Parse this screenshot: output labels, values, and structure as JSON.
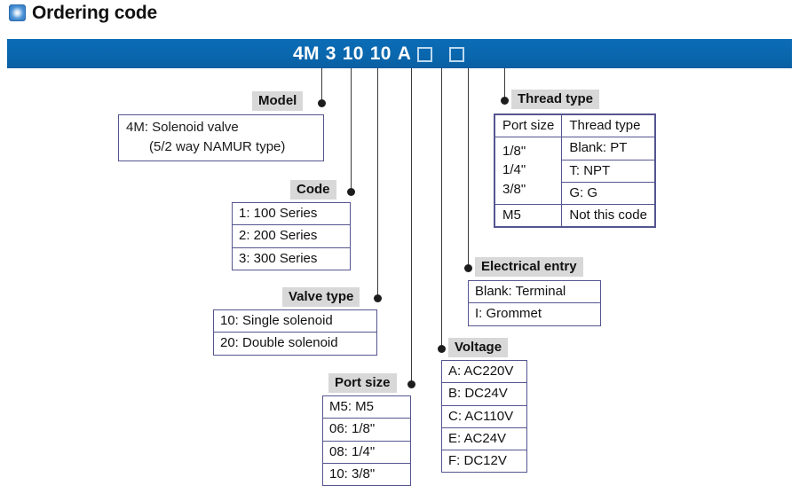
{
  "page": {
    "title": "Ordering code",
    "title_icon": "blue-square-bullet-icon"
  },
  "code_bar": {
    "segments": [
      "4M",
      "3",
      "10",
      "10",
      "A"
    ],
    "empty_boxes": 2,
    "full_code": "4M 3 10 10 A □ □",
    "bar_color": "#0a67ae",
    "text_color": "#ffffff"
  },
  "sections": {
    "model": {
      "label": "Model",
      "line1": "4M: Solenoid valve",
      "line2": "(5/2 way NAMUR type)"
    },
    "code": {
      "label": "Code",
      "options": [
        "1: 100 Series",
        "2: 200 Series",
        "3: 300 Series"
      ]
    },
    "valve_type": {
      "label": "Valve type",
      "options": [
        "10: Single solenoid",
        "20: Double solenoid"
      ]
    },
    "port_size": {
      "label": "Port size",
      "options": [
        "M5: M5",
        "06: 1/8\"",
        "08: 1/4\"",
        "10: 3/8\""
      ]
    },
    "voltage": {
      "label": "Voltage",
      "options": [
        "A: AC220V",
        "B: DC24V",
        "C: AC110V",
        "E: AC24V",
        "F: DC12V"
      ]
    },
    "electrical_entry": {
      "label": "Electrical entry",
      "options": [
        "Blank: Terminal",
        "I: Grommet"
      ]
    },
    "thread_type": {
      "label": "Thread type",
      "headers": [
        "Port size",
        "Thread type"
      ],
      "port_sizes_grouped": [
        "1/8\"",
        "1/4\"",
        "3/8\""
      ],
      "thread_types_grouped": [
        "Blank: PT",
        "T: NPT",
        "G: G"
      ],
      "last_row": {
        "port_size": "M5",
        "thread_type": "Not this code"
      }
    }
  },
  "colors": {
    "accent_blue": "#0a67ae",
    "box_border": "#555590",
    "label_background": "#d8d8d8",
    "leader_line": "#3a3a3a"
  }
}
